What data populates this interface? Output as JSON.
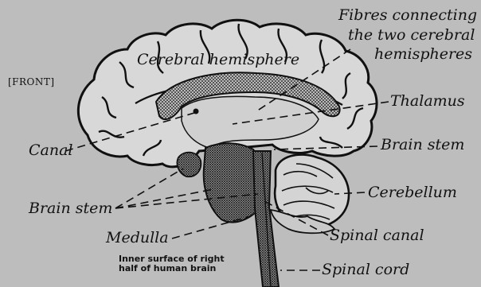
{
  "labels": {
    "fibres_line1": "Fibres connecting",
    "fibres_line2": "the two cerebral",
    "fibres_line3": "hemispheres",
    "cerebral_hemisphere": "Cerebral hemisphere",
    "front": "[FRONT]",
    "thalamus": "Thalamus",
    "canal": "Canal",
    "brain_stem_right": "Brain stem",
    "cerebellum": "Cerebellum",
    "brain_stem_left": "Brain stem",
    "medulla": "Medulla",
    "spinal_canal": "Spinal canal",
    "spinal_cord": "Spinal cord"
  },
  "caption": {
    "line1": "Inner surface of right",
    "line2": "half of human brain"
  }
}
